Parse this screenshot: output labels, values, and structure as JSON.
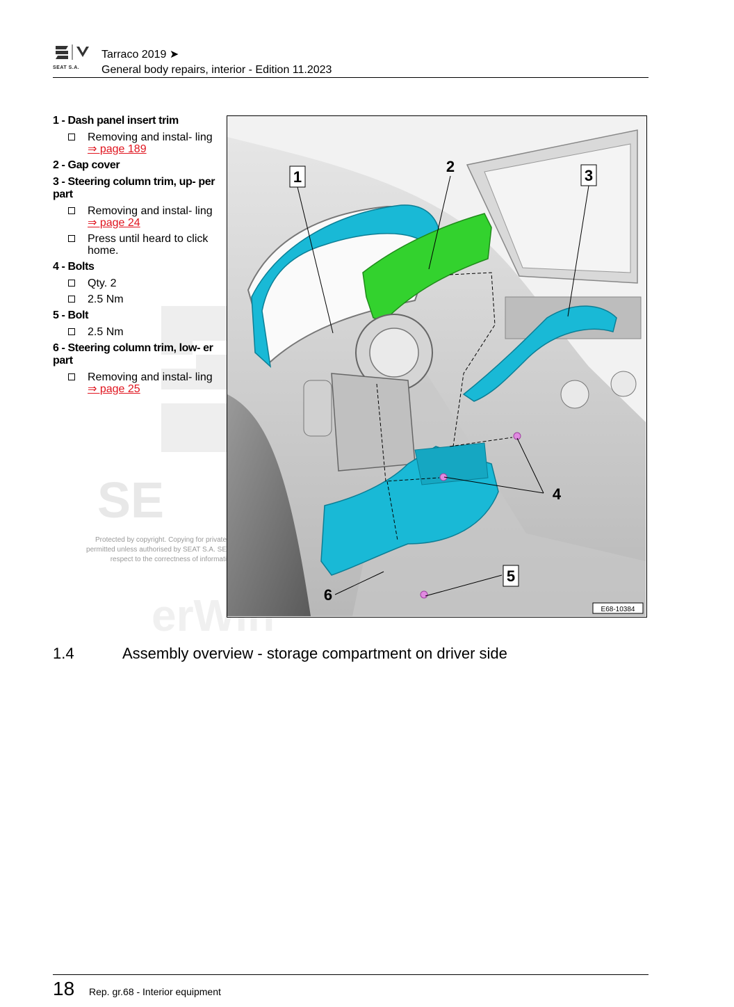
{
  "header": {
    "brand_sub": "SEAT S.A.",
    "title_line1": "Tarraco 2019 ➤",
    "title_line2": "General body repairs, interior - Edition 11.2023"
  },
  "watermark": {
    "letters": "SE",
    "bottom_text": "erWin",
    "copyright_lines": [
      "Protected by copyright. Copying for private",
      "permitted unless authorised by SEAT S.A. SE",
      "respect to the correctness of informati"
    ]
  },
  "legend": [
    {
      "title": "1 - Dash panel insert trim",
      "subs": [
        {
          "text": "Removing and instal- ling",
          "link": "⇒ page 189"
        }
      ]
    },
    {
      "title": "2 - Gap cover",
      "subs": []
    },
    {
      "title": "3 - Steering column trim, up- per part",
      "subs": [
        {
          "text": "Removing and instal- ling",
          "link": "⇒ page 24"
        },
        {
          "text": "Press until heard to click home."
        }
      ]
    },
    {
      "title": "4 - Bolts",
      "subs": [
        {
          "text": "Qty. 2"
        },
        {
          "text": "2.5 Nm"
        }
      ]
    },
    {
      "title": "5 - Bolt",
      "subs": [
        {
          "text": "2.5 Nm"
        }
      ]
    },
    {
      "title": "6 - Steering column trim, low- er part",
      "subs": [
        {
          "text": "Removing and instal- ling",
          "link": "⇒ page 25"
        }
      ]
    }
  ],
  "figure": {
    "callouts": [
      "1",
      "2",
      "3",
      "4",
      "5",
      "6"
    ],
    "image_code": "E68-10384",
    "colors": {
      "cyan": "#19b9d6",
      "green": "#33d22e",
      "pink": "#e08ae0"
    }
  },
  "section": {
    "number": "1.4",
    "title": "Assembly overview - storage compartment on driver side"
  },
  "footer": {
    "page_number": "18",
    "text": "Rep. gr.68 - Interior equipment"
  }
}
